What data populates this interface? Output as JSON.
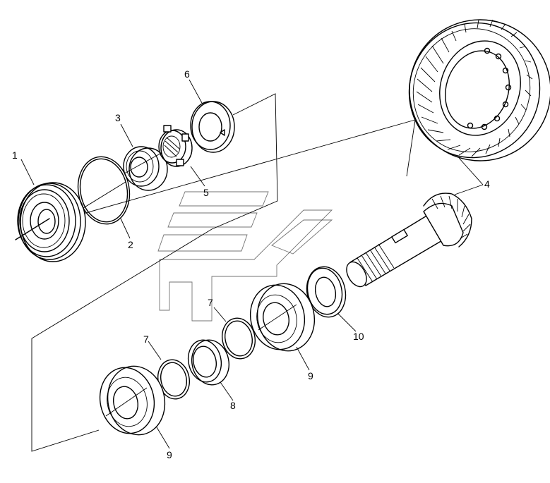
{
  "diagram": {
    "callouts": {
      "c1": "1",
      "c2": "2",
      "c3": "3",
      "c4": "4",
      "c5": "5",
      "c6": "6",
      "c7a": "7",
      "c7b": "7",
      "c8": "8",
      "c9a": "9",
      "c9b": "9",
      "c10": "10"
    }
  }
}
